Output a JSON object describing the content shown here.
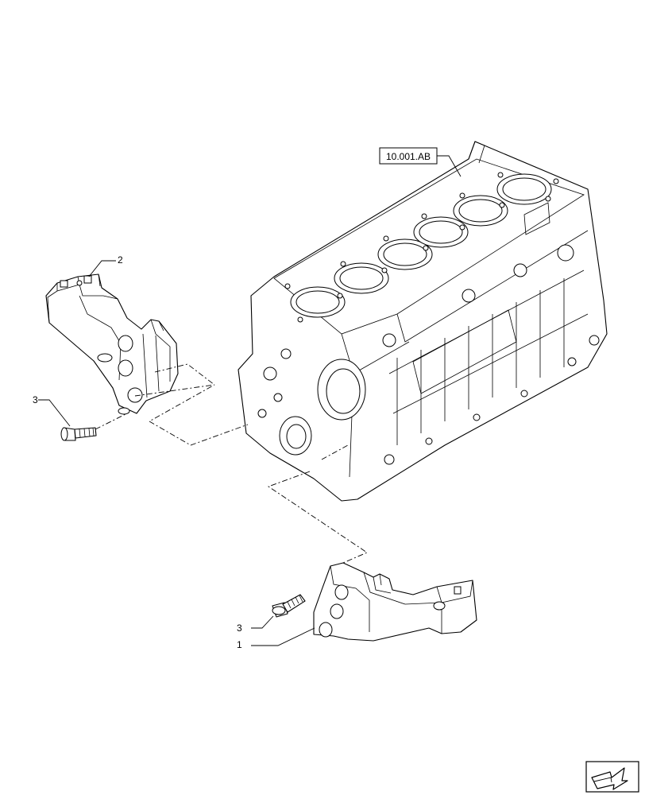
{
  "diagram": {
    "reference_label": "10.001.AB",
    "callouts": [
      {
        "id": "callout-2",
        "text": "2"
      },
      {
        "id": "callout-3-top",
        "text": "3"
      },
      {
        "id": "callout-3-bottom",
        "text": "3"
      },
      {
        "id": "callout-1",
        "text": "1"
      }
    ],
    "nav_icon": "page-forward-arrow-icon"
  }
}
